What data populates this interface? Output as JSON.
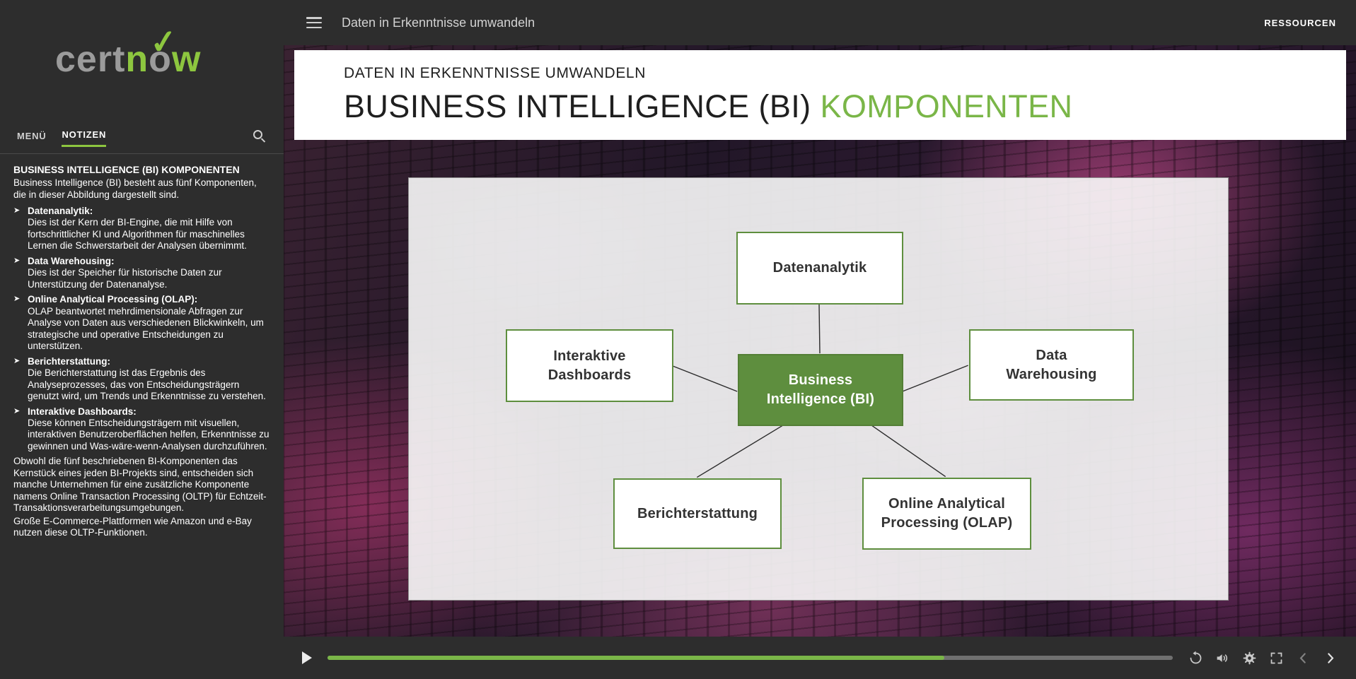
{
  "colors": {
    "brand_green": "#8dc63f",
    "title_green": "#7ab648",
    "node_green": "#5e8e3e",
    "sidebar_bg": "#2d2d2d"
  },
  "icons": {
    "bullet_glyph": "➤",
    "logo_check_glyph": "✓"
  },
  "topbar": {
    "title": "Daten in Erkenntnisse umwandeln",
    "resources_label": "RESSOURCEN"
  },
  "sidebar": {
    "logo": {
      "gray": "cert",
      "green_pre": "n",
      "o": "o",
      "green_post": "w"
    },
    "tabs": [
      {
        "label": "MENÜ",
        "active": false
      },
      {
        "label": "NOTIZEN",
        "active": true
      }
    ],
    "notes": {
      "heading": "BUSINESS INTELLIGENCE (BI) KOMPONENTEN",
      "intro": "Business Intelligence (BI) besteht aus fünf Komponenten, die in dieser Abbildung dargestellt sind.",
      "items": [
        {
          "title": "Datenanalytik:",
          "body": "Dies ist der Kern der BI-Engine, die mit Hilfe von fortschrittlicher KI und Algorithmen für maschinelles Lernen die Schwerstarbeit der Analysen übernimmt."
        },
        {
          "title": "Data Warehousing:",
          "body": "Dies ist der Speicher für historische Daten zur Unterstützung der Datenanalyse."
        },
        {
          "title": "Online Analytical Processing (OLAP):",
          "body": "OLAP beantwortet mehrdimensionale Abfragen zur Analyse von Daten aus verschiedenen Blickwinkeln, um strategische und operative Entscheidungen zu unterstützen."
        },
        {
          "title": "Berichterstattung:",
          "body": "Die Berichterstattung ist das Ergebnis des Analyseprozesses, das von Entscheidungsträgern genutzt wird, um Trends und Erkenntnisse zu verstehen."
        },
        {
          "title": "Interaktive Dashboards:",
          "body": "Diese können Entscheidungsträgern mit visuellen, interaktiven Benutzeroberflächen helfen, Erkenntnisse zu gewinnen und Was-wäre-wenn-Analysen durchzuführen."
        }
      ],
      "outro1": "Obwohl die fünf beschriebenen BI-Komponenten das Kernstück eines jeden BI-Projekts sind, entscheiden sich manche Unternehmen für eine zusätzliche Komponente namens Online Transaction Processing (OLTP) für Echtzeit-Transaktionsverarbeitungsumgebungen.",
      "outro2": "Große E-Commerce-Plattformen wie Amazon und e-Bay nutzen diese OLTP-Funktionen."
    }
  },
  "slide": {
    "kicker": "DATEN IN ERKENNTNISSE UMWANDELN",
    "title_dark": "BUSINESS INTELLIGENCE (BI)",
    "title_green": "KOMPONENTEN",
    "diagram": {
      "center": "Business Intelligence (BI)",
      "nodes": [
        "Datenanalytik",
        "Interaktive Dashboards",
        "Data Warehousing",
        "Berichterstattung",
        "Online Analytical Processing (OLAP)"
      ]
    }
  },
  "player": {
    "progress_percent": 73
  }
}
